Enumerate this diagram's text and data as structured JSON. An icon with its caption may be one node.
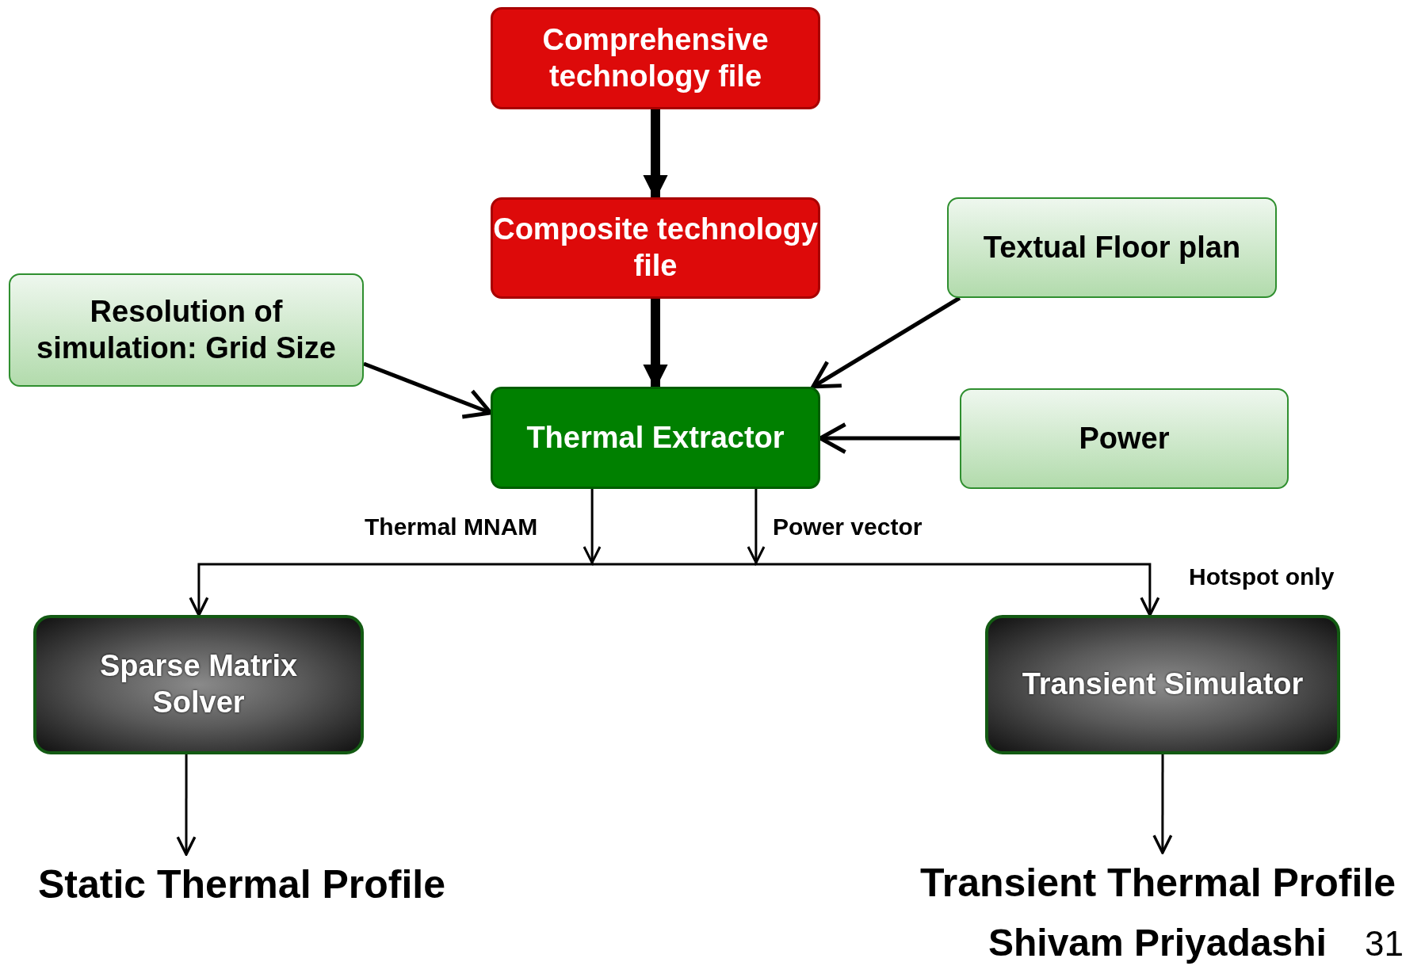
{
  "diagram": {
    "nodes": [
      {
        "text": [
          "Comprehensive technology file"
        ]
      },
      {
        "text": [
          "Composite technology file"
        ]
      },
      {
        "text": [
          "Textual  Floor plan"
        ]
      },
      {
        "text": [
          "Resolution of simulation: Grid Size"
        ]
      },
      {
        "text": [
          "Thermal Extractor"
        ]
      },
      {
        "text": [
          "Power"
        ]
      },
      {
        "text": [
          "Sparse Matrix Solver"
        ]
      },
      {
        "text": [
          "Transient Simulator"
        ]
      },
      {
        "text": [
          "Static Thermal Profile"
        ]
      },
      {
        "text": [
          "Transient Thermal Profile"
        ]
      }
    ],
    "edges": [
      {
        "from": 0,
        "to": 1,
        "arrow": "to",
        "style": "thick"
      },
      {
        "from": 1,
        "to": 4,
        "arrow": "to",
        "style": "thick"
      },
      {
        "from": 3,
        "to": 4,
        "arrow": "to"
      },
      {
        "from": 2,
        "to": 4,
        "arrow": "to"
      },
      {
        "from": 5,
        "to": 4,
        "arrow": "to"
      },
      {
        "from": 4,
        "to": 6,
        "arrow": "to"
      },
      {
        "from": 4,
        "to": 7,
        "arrow": "to",
        "label": "Hotspot only"
      },
      {
        "from": 6,
        "to": 8,
        "arrow": "to"
      },
      {
        "from": 7,
        "to": 9,
        "arrow": "to"
      }
    ],
    "labels": [
      "Thermal MNAM",
      "Power vector",
      "Shivam Priyadashi",
      "31"
    ]
  }
}
